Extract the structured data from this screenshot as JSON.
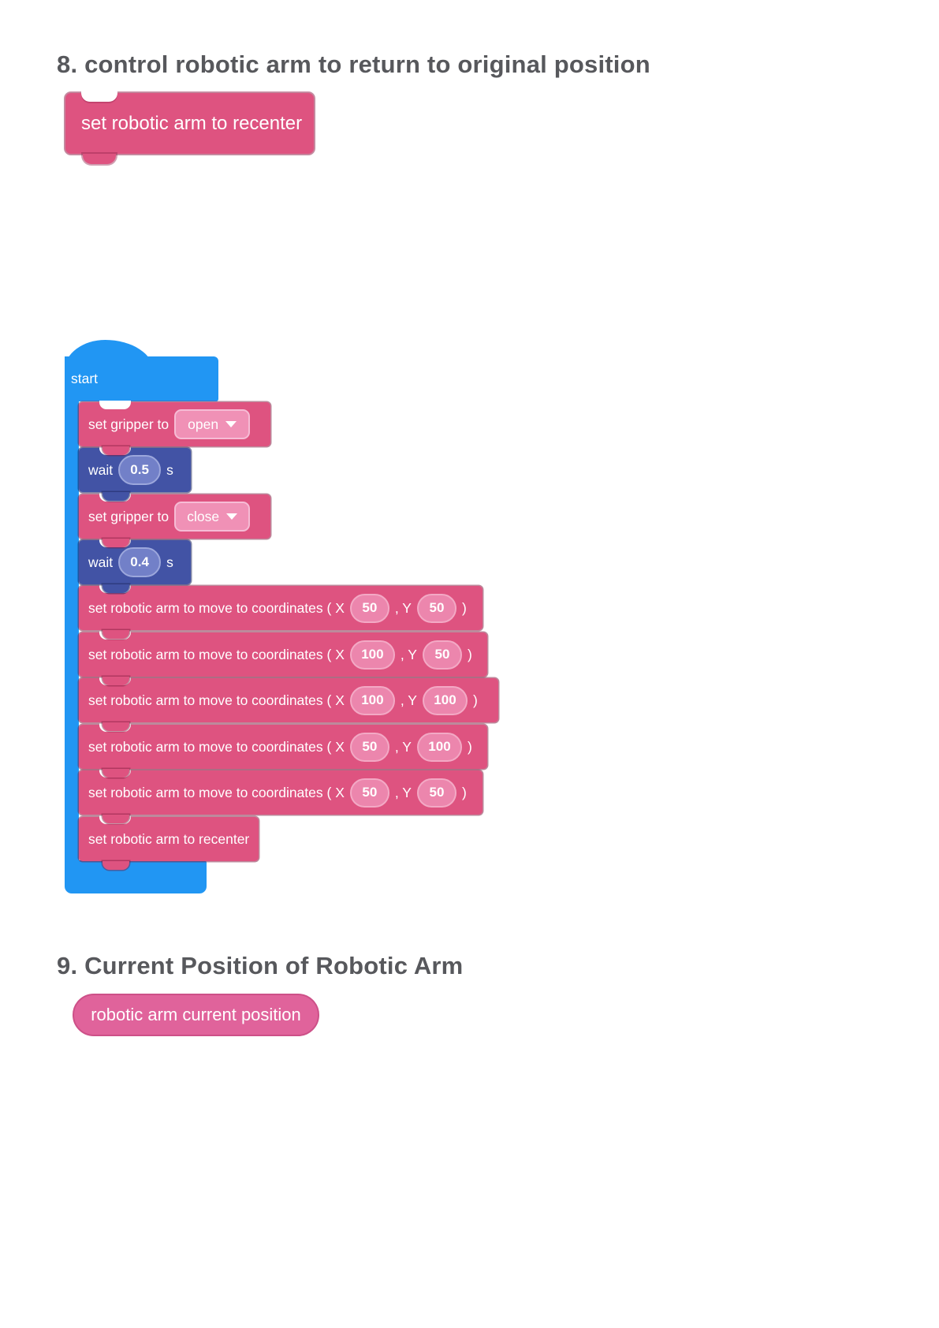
{
  "colors": {
    "block_pink": "#de5380",
    "block_pink_field": "#f091b6",
    "block_pink_oval": "#ec86ad",
    "block_indigo": "#4253a5",
    "block_indigo_oval": "#7280c8",
    "start_blue": "#2196f3",
    "reporter_pink": "#e0639b",
    "heading_gray": "#57585c",
    "block_text": "#ffffff"
  },
  "section8": {
    "heading": "8. control robotic arm to return to original position",
    "block_label": "set robotic arm to recenter"
  },
  "start_script": {
    "hat_label": "start",
    "rows": [
      {
        "kind": "dropdown",
        "text": "set gripper to",
        "value": "open"
      },
      {
        "kind": "wait",
        "text": "wait",
        "value": "0.5",
        "unit": "s"
      },
      {
        "kind": "dropdown",
        "text": "set gripper to",
        "value": "close"
      },
      {
        "kind": "wait",
        "text": "wait",
        "value": "0.4",
        "unit": "s"
      },
      {
        "kind": "coords",
        "text": "set robotic arm to move to coordinates ( X",
        "x": "50",
        "mid": ", Y",
        "y": "50",
        "close": ")"
      },
      {
        "kind": "coords",
        "text": "set robotic arm to move to coordinates ( X",
        "x": "100",
        "mid": ", Y",
        "y": "50",
        "close": ")"
      },
      {
        "kind": "coords",
        "text": "set robotic arm to move to coordinates ( X",
        "x": "100",
        "mid": ", Y",
        "y": "100",
        "close": ")"
      },
      {
        "kind": "coords",
        "text": "set robotic arm to move to coordinates ( X",
        "x": "50",
        "mid": ", Y",
        "y": "100",
        "close": ")"
      },
      {
        "kind": "coords",
        "text": "set robotic arm to move to coordinates ( X",
        "x": "50",
        "mid": ", Y",
        "y": "50",
        "close": ")"
      },
      {
        "kind": "plain",
        "text": "set robotic arm to recenter"
      }
    ]
  },
  "section9": {
    "heading": "9. Current Position of Robotic Arm",
    "reporter_label": "robotic arm current position"
  }
}
